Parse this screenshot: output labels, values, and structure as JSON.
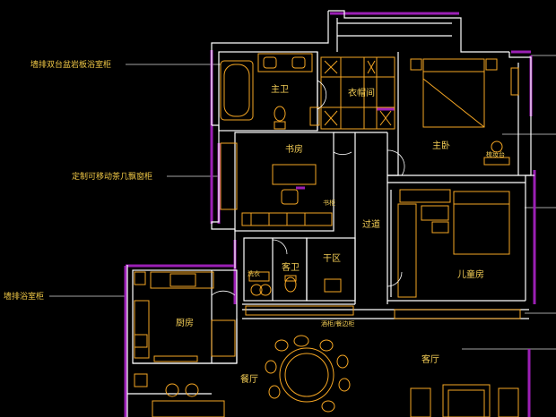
{
  "colors": {
    "background": "#000000",
    "wall": "#ffffff",
    "furniture": "#f5a623",
    "accent": "#9b1fb5",
    "label": "#f2cc55",
    "leader": "#d8d8d8"
  },
  "callouts": {
    "double_basin": "墙排双台盆岩板浴室柜",
    "custom_desk": "定制可移动茶几飘窗柜",
    "wall_cabinet": "墙排浴室柜"
  },
  "rooms": {
    "master_bath": "主卫",
    "closet": "衣帽间",
    "study": "书房",
    "master_bedroom": "主卧",
    "aisle": "过道",
    "guest_bath": "客卫",
    "dry_area": "干区",
    "kids_room": "儿童房",
    "kitchen": "厨房",
    "dining": "餐厅",
    "living": "客厅"
  },
  "small_labels": {
    "dresser": "梳妆台",
    "bookcase": "书柜",
    "washer": "洗衣",
    "sideboard": "酒柜/餐边柜"
  }
}
